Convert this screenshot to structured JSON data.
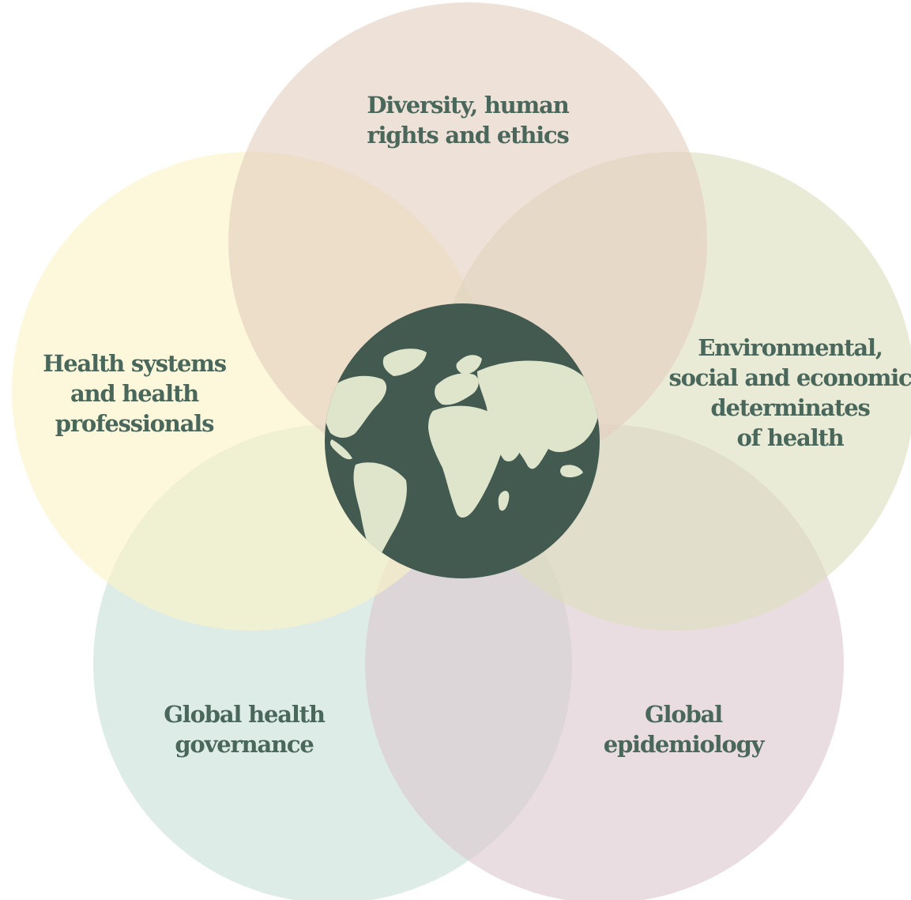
{
  "diagram": {
    "circles": [
      {
        "id": "diversity",
        "lines": [
          "Diversity, human",
          "rights and ethics"
        ],
        "fill": "#e4cfbf"
      },
      {
        "id": "health-systems",
        "lines": [
          "Health systems",
          "and health",
          "professionals"
        ],
        "fill": "#fbf4c6"
      },
      {
        "id": "environmental",
        "lines": [
          "Environmental,",
          "social and economic",
          "determinates",
          "of health"
        ],
        "fill": "#dbdfbf"
      },
      {
        "id": "governance",
        "lines": [
          "Global health",
          "governance"
        ],
        "fill": "#c9e1d8"
      },
      {
        "id": "epidemiology",
        "lines": [
          "Global",
          "epidemiology"
        ],
        "fill": "#dcc8ce"
      }
    ],
    "globe": {
      "icon": "globe-icon",
      "ocean_color": "#435a51",
      "land_color": "#dfe5cb"
    },
    "text_color": "#4a675c"
  }
}
